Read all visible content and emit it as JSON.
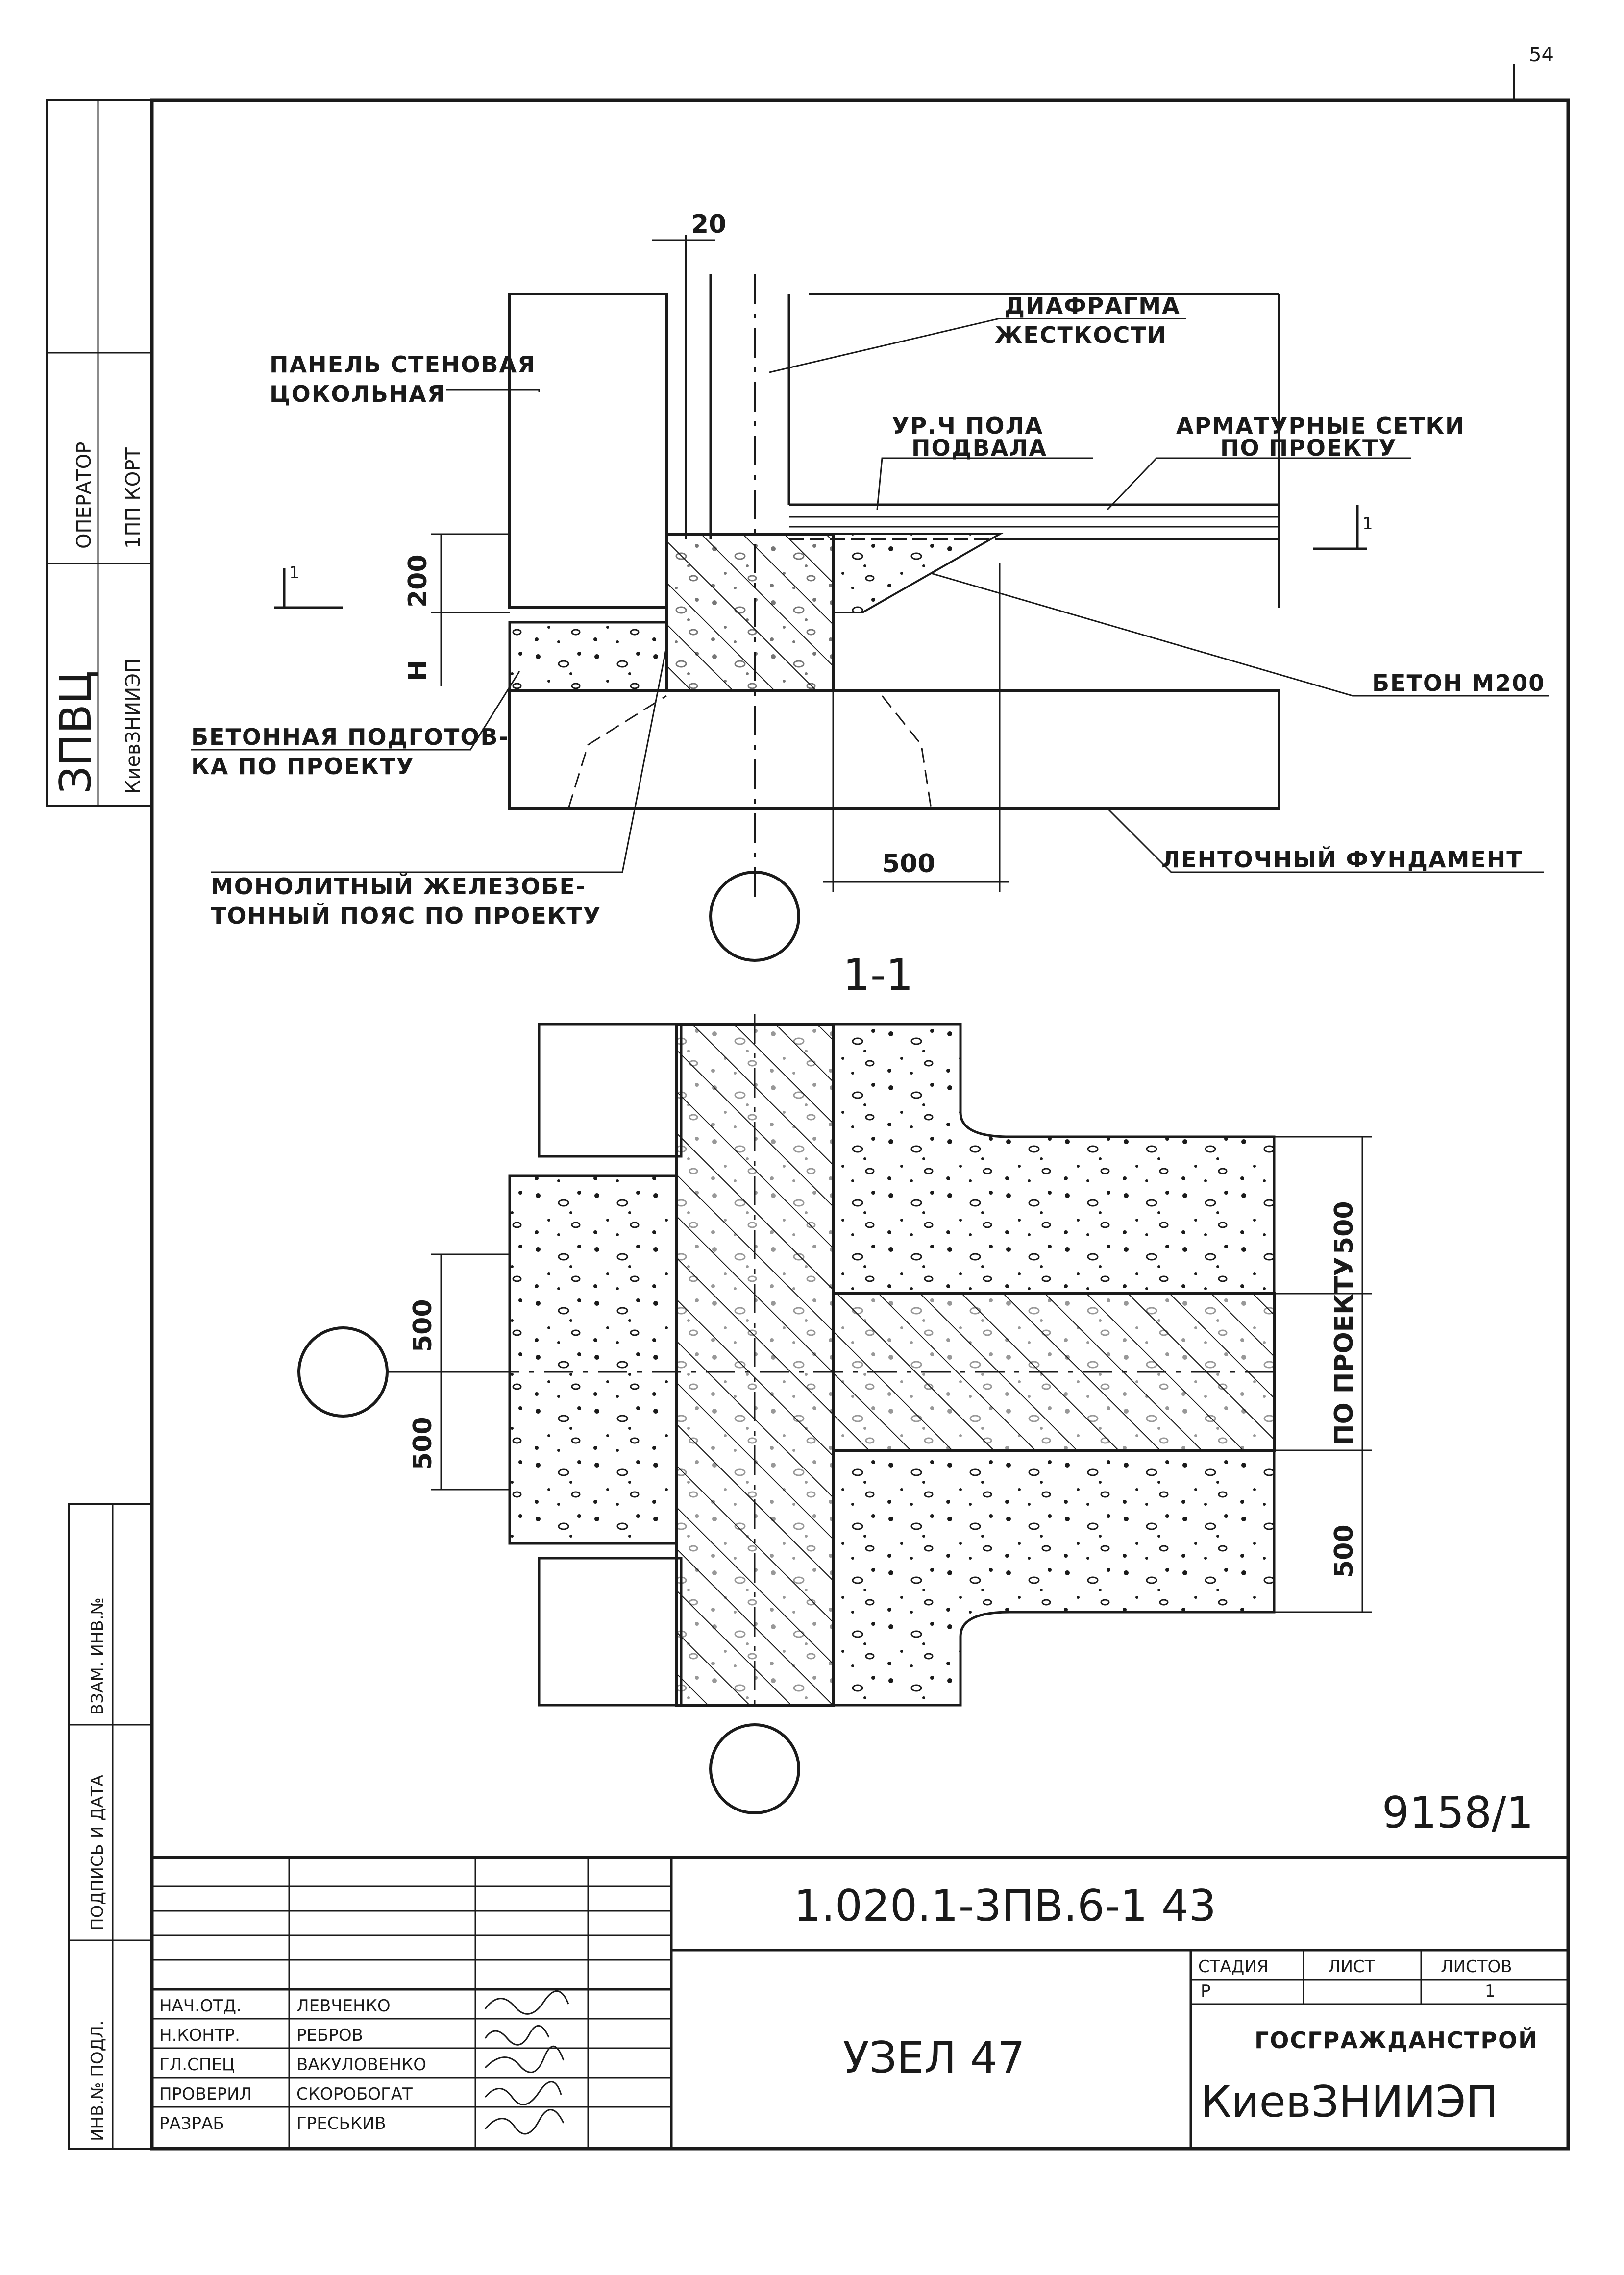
{
  "sheet": {
    "corner_number": "54",
    "inventory_number": "9158/1",
    "designation": "1.020.1-3ПВ.6-1 43",
    "title": "УЗЕЛ 47"
  },
  "plan_labels": {
    "dim_20": "20",
    "diaphragm_1": "ДИАФРАГМА",
    "diaphragm_2": "ЖЕСТКОСТИ",
    "panel_1": "ПАНЕЛЬ СТЕНОВАЯ",
    "panel_2": "ЦОКОЛЬНАЯ",
    "floor_1": "УР.Ч ПОЛА",
    "floor_2": "ПОДВАЛА",
    "mesh_1": "АРМАТУРНЫЕ СЕТКИ",
    "mesh_2": "ПО ПРОЕКТУ",
    "concrete": "БЕТОН М200",
    "prep_1": "БЕТОННАЯ ПОДГОТОВ-",
    "prep_2": "КА ПО ПРОЕКТУ",
    "belt_1": "МОНОЛИТНЫЙ ЖЕЛЕЗОБЕ-",
    "belt_2": "ТОННЫЙ ПОЯС ПО ПРОЕКТУ",
    "strip": "ЛЕНТОЧНЫЙ ФУНДАМЕНТ",
    "dim_500": "500",
    "dim_200": "200",
    "dim_h": "Н",
    "sec_mark": "1",
    "section_title": "1-1"
  },
  "section_labels": {
    "dim_500_a": "500",
    "dim_500_b": "500",
    "dim_500_c": "500",
    "dim_500_d": "500",
    "by_project": "ПО ПРОЕКТУ"
  },
  "title_block": {
    "rows": [
      {
        "role": "НАЧ.ОТД.",
        "name": "ЛЕВЧЕНКО"
      },
      {
        "role": "Н.КОНТР.",
        "name": "РЕБРОВ"
      },
      {
        "role": "ГЛ.СПЕЦ",
        "name": "ВАКУЛОВЕНКО"
      },
      {
        "role": "ПРОВЕРИЛ",
        "name": "СКОРОБОГАТ"
      },
      {
        "role": "РАЗРАБ",
        "name": "ГРЕСЬКИВ"
      }
    ],
    "stage_header": "СТАДИЯ",
    "sheet_header": "ЛИСТ",
    "sheets_header": "ЛИСТОВ",
    "stage_value": "Р",
    "sheets_value": "1",
    "org_1": "ГОСГРАЖДАНСТРОЙ",
    "org_2": "КиевЗНИИЭП"
  },
  "side_strip": {
    "top_a": "ЗПВЦ",
    "top_b": "КиевЗНИИЭП",
    "top_c": "1ПП КОРТ",
    "top_d": "ОПЕРАТОР",
    "bottom_a": "ИНВ.№ ПОДЛ.",
    "bottom_b": "ПОДПИСЬ И ДАТА",
    "bottom_c": "ВЗАМ. ИНВ.№"
  }
}
